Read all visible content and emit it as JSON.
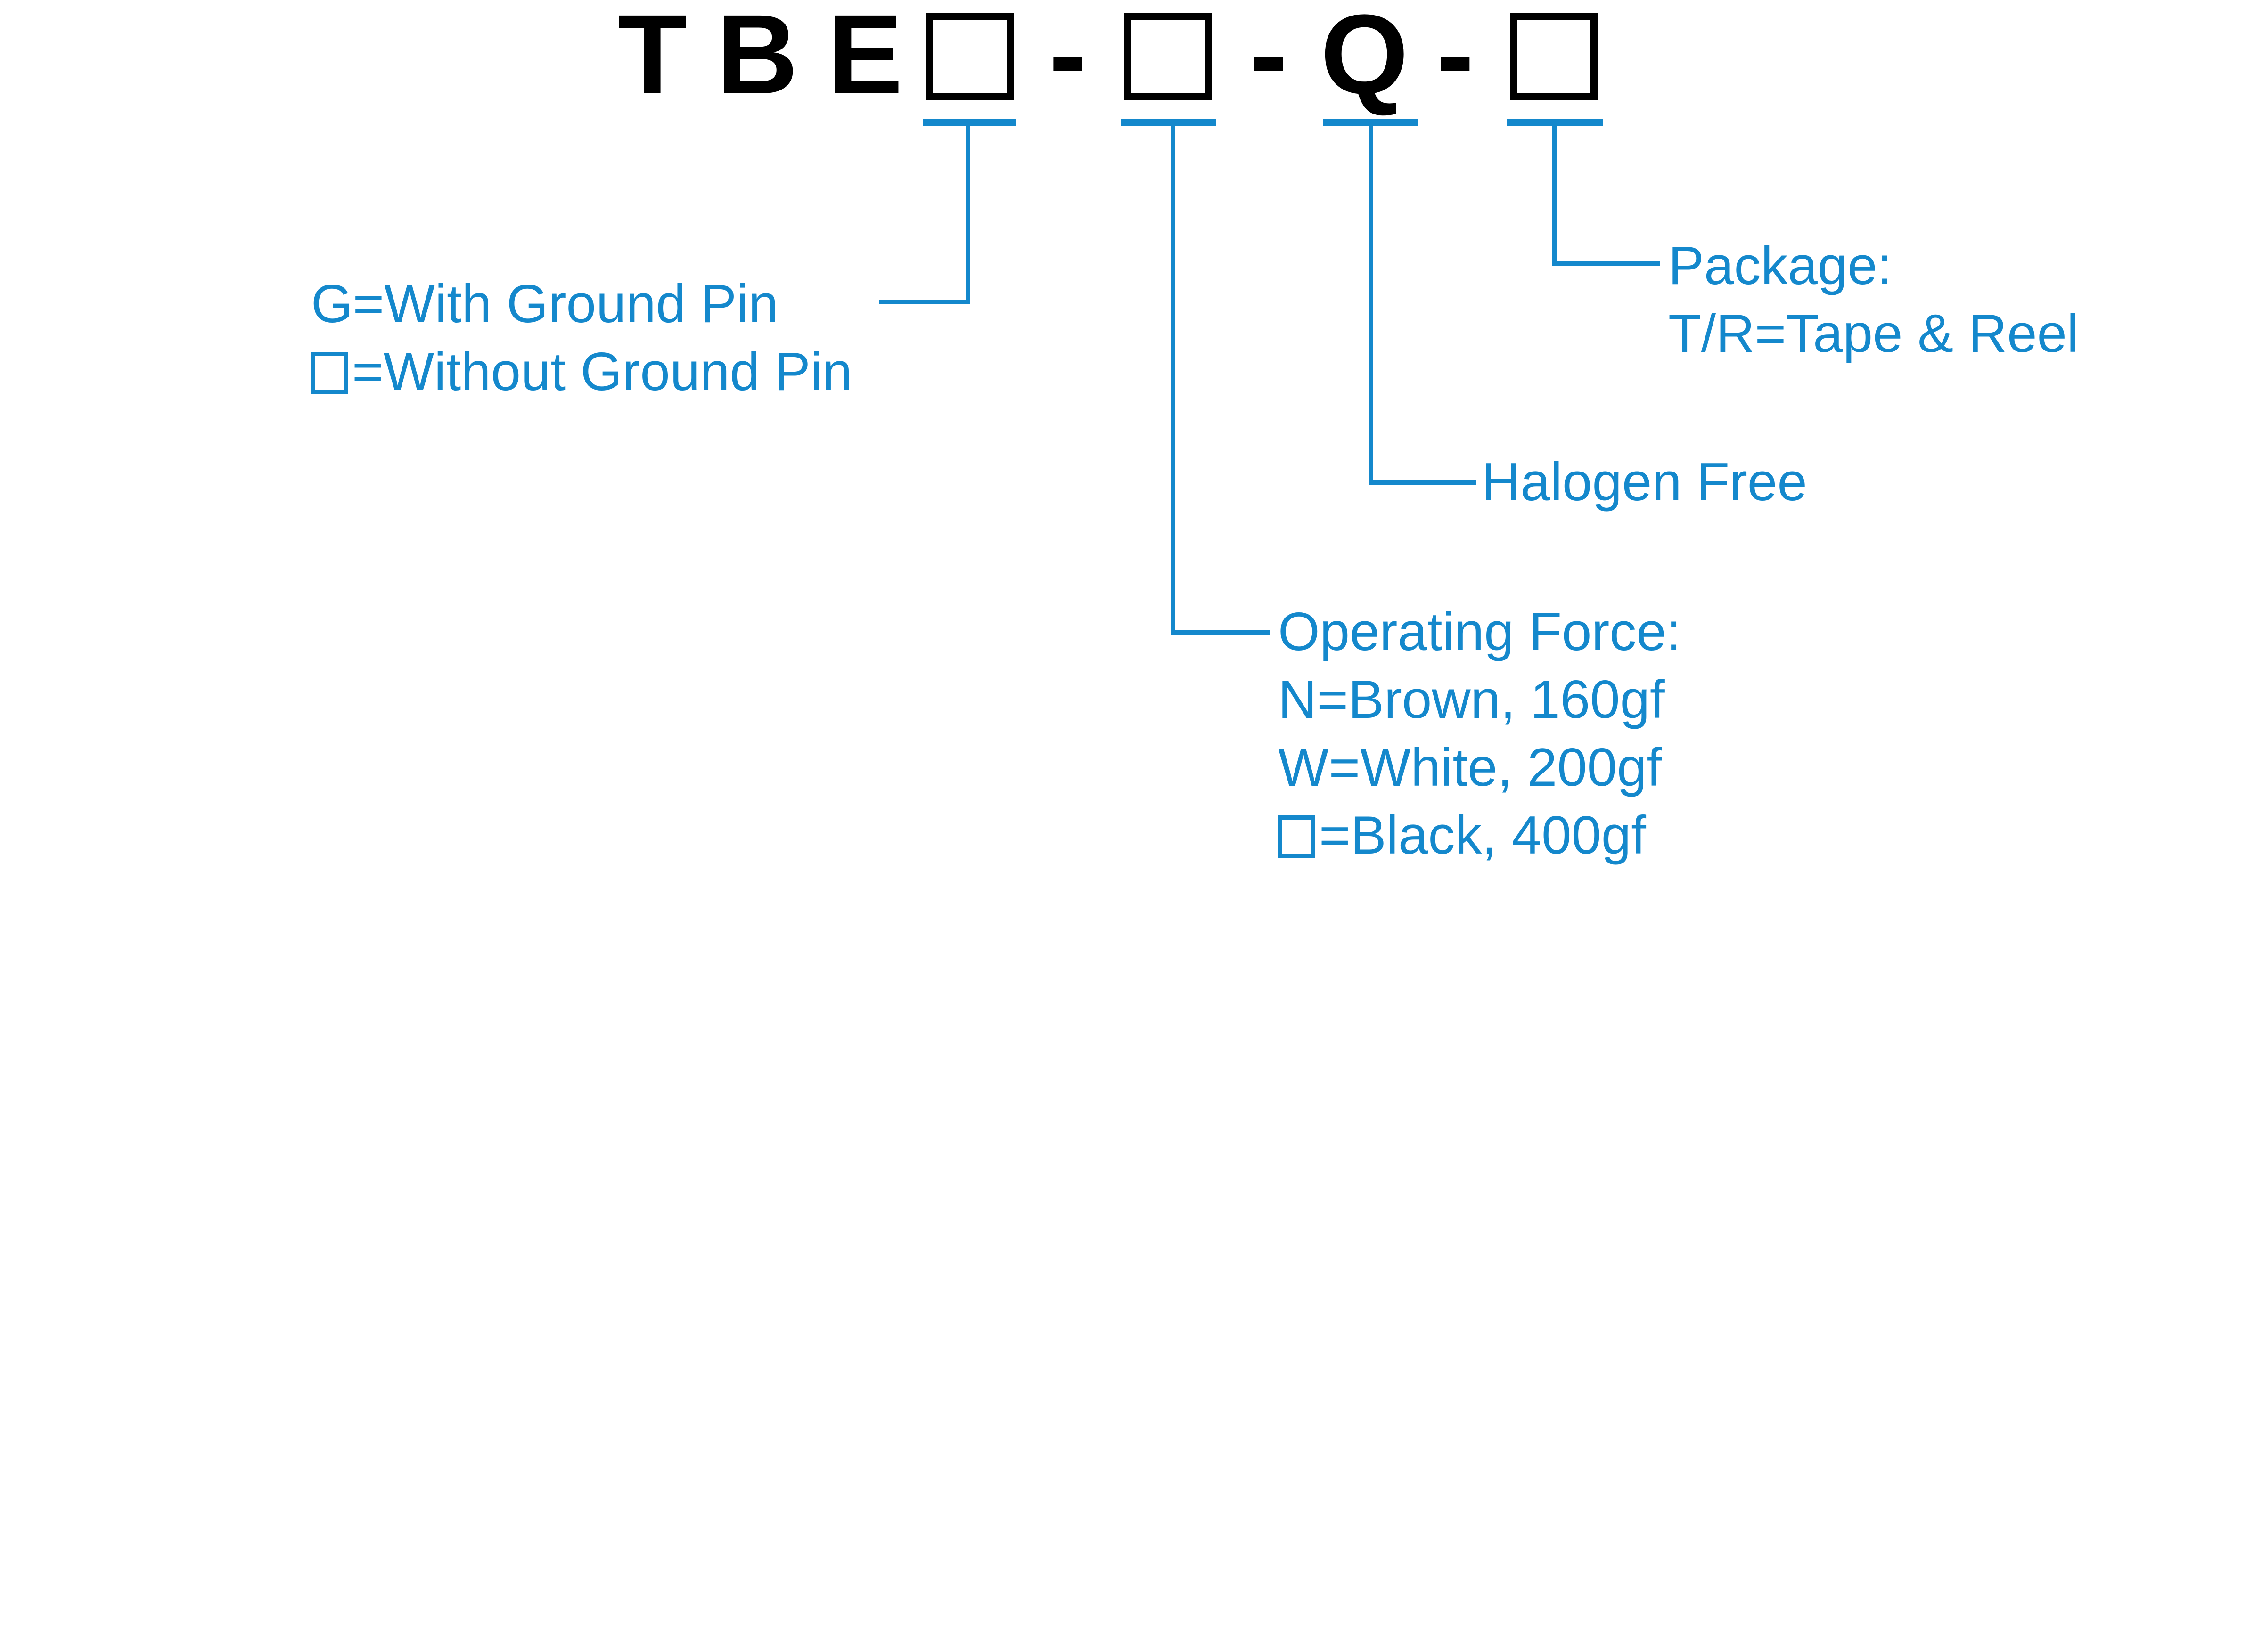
{
  "accent_color": "#1488cc",
  "part_number": {
    "prefix": "TBE",
    "dash": "-",
    "halogen_code": "Q"
  },
  "callouts": {
    "ground_pin": {
      "with_label": "G=With Ground Pin",
      "without_label": "=Without Ground Pin"
    },
    "operating_force": {
      "heading": "Operating Force:",
      "option_n": "N=Brown, 160gf",
      "option_w": "W=White, 200gf",
      "option_blank": "=Black, 400gf"
    },
    "halogen_free_label": "Halogen Free",
    "package": {
      "heading": "Package:",
      "option_tr": "T/R=Tape & Reel"
    }
  }
}
